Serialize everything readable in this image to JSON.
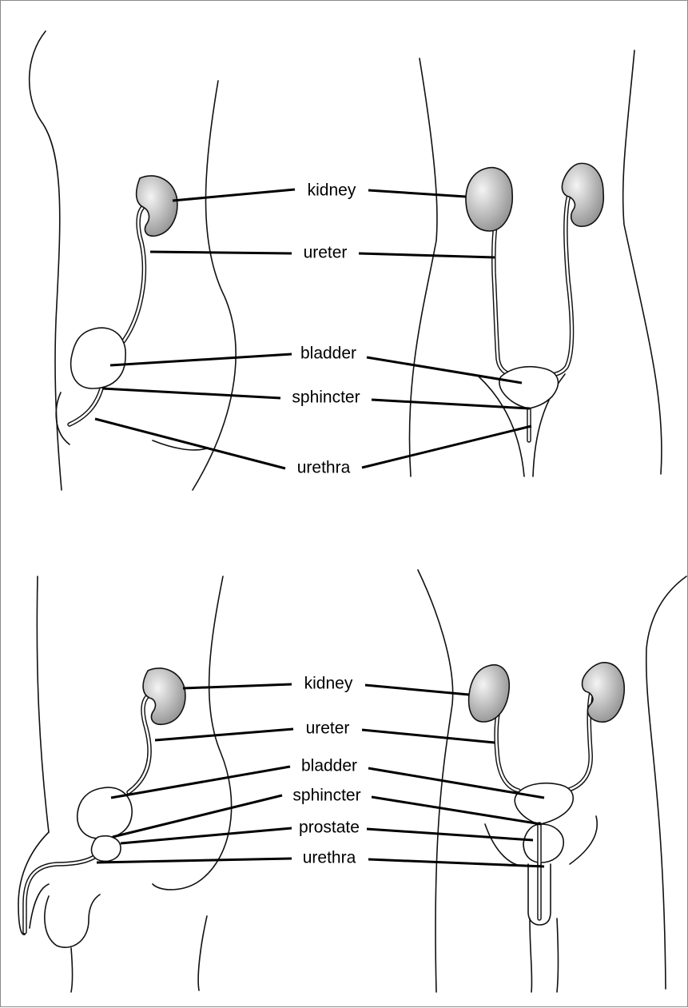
{
  "panels": [
    {
      "id": "female",
      "labels": {
        "kidney": "kidney",
        "ureter": "ureter",
        "bladder": "bladder",
        "sphincter": "sphincter",
        "urethra": "urethra"
      }
    },
    {
      "id": "male",
      "labels": {
        "kidney": "kidney",
        "ureter": "ureter",
        "bladder": "bladder",
        "sphincter": "sphincter",
        "prostate": "prostate",
        "urethra": "urethra"
      }
    }
  ],
  "colors": {
    "kidney_light": "#f4f4f4",
    "kidney_dark": "#8c8c8c",
    "line": "#111111",
    "frame": "#8a8a8a"
  }
}
